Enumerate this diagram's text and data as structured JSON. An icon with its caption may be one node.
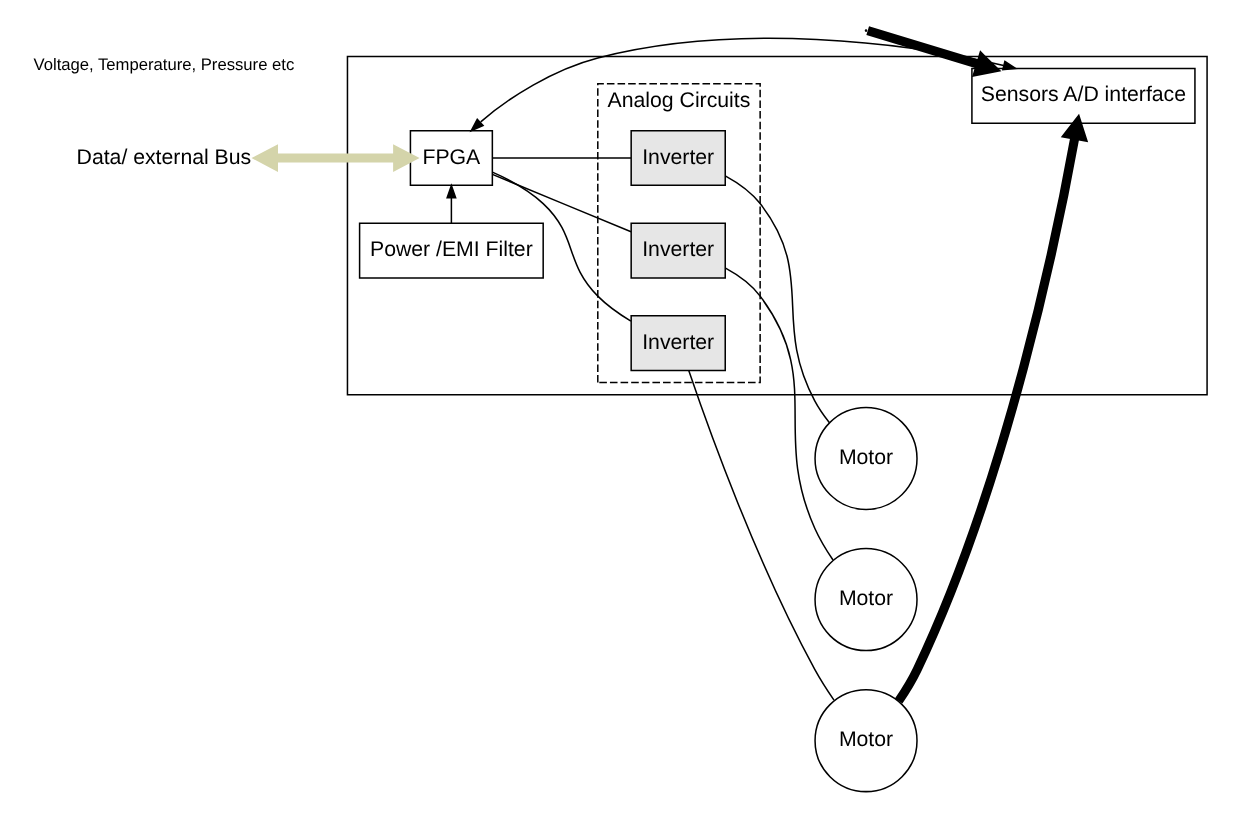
{
  "diagram": {
    "nodes": [
      {
        "text": [],
        "shape": "box"
      },
      {
        "text": [
          "Power /EMI Filter"
        ],
        "in": 0
      },
      {
        "text": [
          "FPGA"
        ],
        "in": 0
      },
      {
        "text": [
          "Analog Circuits"
        ],
        "in": 0
      },
      {
        "text": [
          "Inverter"
        ],
        "in": 3
      },
      {
        "text": [
          "Inverter"
        ],
        "in": 3
      },
      {
        "text": [
          "Inverter"
        ],
        "in": 3
      },
      {
        "text": [
          "Sensors A/D interface"
        ],
        "in": 0
      },
      {
        "text": [
          "Motor"
        ]
      },
      {
        "text": [
          "Motor"
        ]
      },
      {
        "text": [
          "Motor"
        ]
      },
      {
        "text": [
          "Data/ external Bus"
        ]
      }
    ],
    "edges": [
      {
        "from": 1,
        "to": 2,
        "arrow": "to"
      },
      {
        "from": 2,
        "to": 4,
        "arrow": "none"
      },
      {
        "from": 2,
        "to": 5,
        "arrow": "none"
      },
      {
        "from": 2,
        "to": 6,
        "arrow": "none"
      },
      {
        "from": 4,
        "to": 8,
        "arrow": "none"
      },
      {
        "from": 5,
        "to": 9,
        "arrow": "none"
      },
      {
        "from": 6,
        "to": 10,
        "arrow": "none"
      },
      {
        "from": 7,
        "to": 2,
        "arrow": "both"
      },
      {
        "from": 11,
        "to": 2,
        "arrow": "both",
        "style": "thick",
        "color": "#d4d4aa"
      },
      {
        "from": 10,
        "to": 7,
        "arrow": "to",
        "style": "thick"
      },
      {
        "from": null,
        "to": 7,
        "arrow": "to",
        "style": "thick"
      }
    ],
    "labels": [
      "Voltage, Temperature, Pressure etc"
    ]
  }
}
